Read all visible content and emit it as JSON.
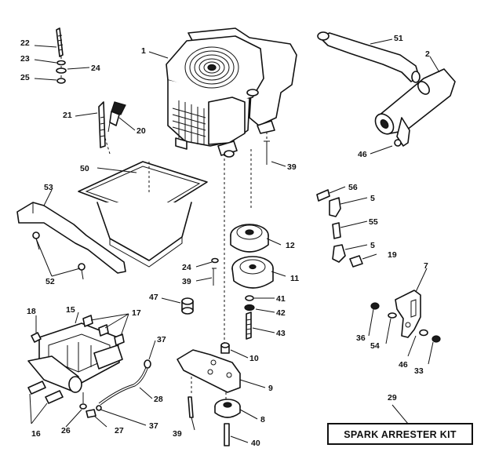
{
  "callouts": {
    "c1": "1",
    "c2": "2",
    "c5a": "5",
    "c5b": "5",
    "c7": "7",
    "c8": "8",
    "c9": "9",
    "c10": "10",
    "c11": "11",
    "c12": "12",
    "c15": "15",
    "c16": "16",
    "c17": "17",
    "c18": "18",
    "c19": "19",
    "c20": "20",
    "c21": "21",
    "c22": "22",
    "c23": "23",
    "c24a": "24",
    "c24b": "24",
    "c25": "25",
    "c26": "26",
    "c27": "27",
    "c28": "28",
    "c29": "29",
    "c33": "33",
    "c36": "36",
    "c37a": "37",
    "c37b": "37",
    "c39a": "39",
    "c39b": "39",
    "c39c": "39",
    "c40": "40",
    "c41": "41",
    "c42": "42",
    "c43": "43",
    "c46a": "46",
    "c46b": "46",
    "c47": "47",
    "c50": "50",
    "c51": "51",
    "c52": "52",
    "c53": "53",
    "c54": "54",
    "c55": "55",
    "c56": "56"
  },
  "kit_label": "SPARK ARRESTER KIT"
}
